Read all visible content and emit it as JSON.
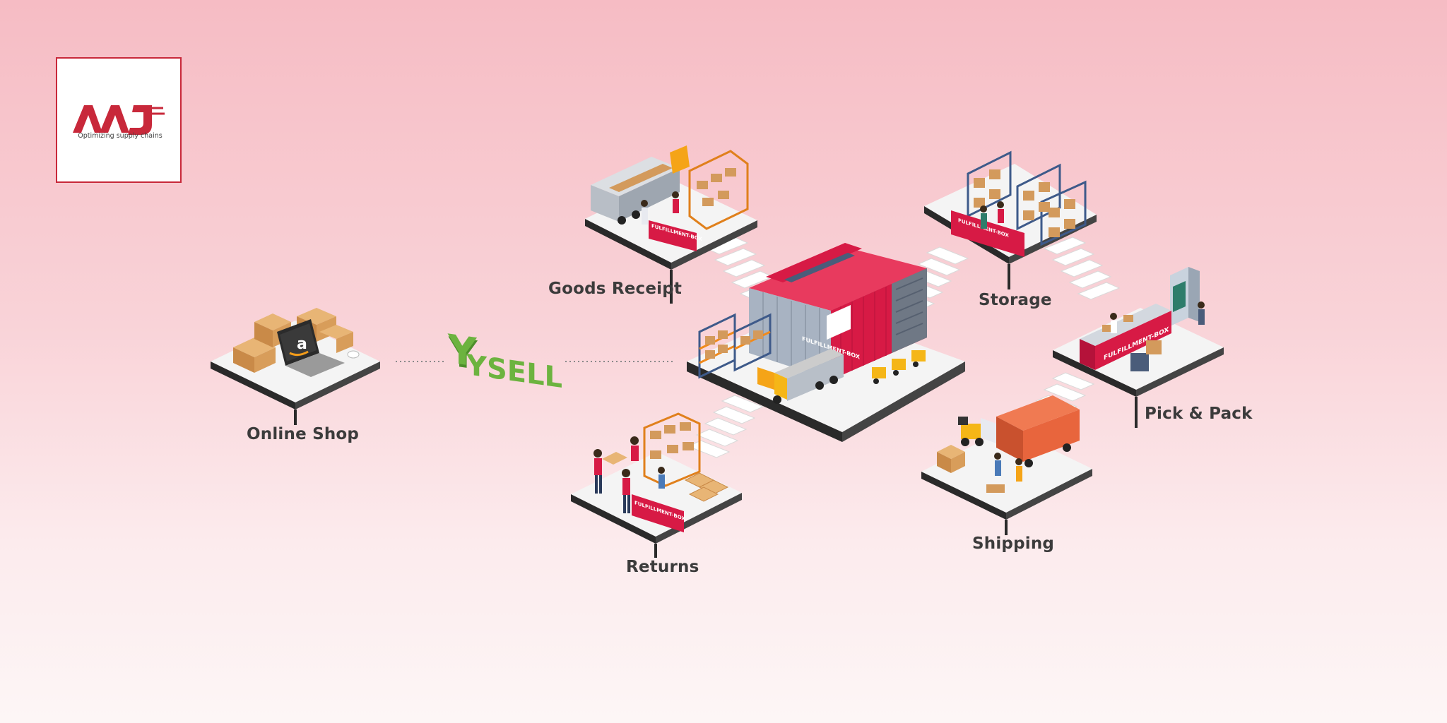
{
  "logo": {
    "brand": "AAJ",
    "tagline": "Optimizing supply chains",
    "brand_color": "#c8283a"
  },
  "connector_brand": {
    "text": "YSELL",
    "color": "#6cb33f"
  },
  "nodes": {
    "online_shop": "Online Shop",
    "goods_receipt": "Goods Receipt",
    "storage": "Storage",
    "pick_pack": "Pick & Pack",
    "shipping": "Shipping",
    "returns": "Returns"
  },
  "stations": {
    "goods_receipt": "FULFILLMENT-BOX",
    "storage": "FULFILLMENT-BOX",
    "pick_pack": "FULFILLMENT-BOX",
    "returns": "FULFILLMENT-BOX",
    "warehouse_sign": "FULFILLMENT-BOX"
  },
  "laptop_badge": "a",
  "colors": {
    "accent_red": "#d71a45",
    "platform": "#f4f4f4",
    "platform_edge": "#2a2a2a",
    "box": "#d39a5c",
    "truck_container": "#e8653d",
    "ysell_green": "#6cb33f"
  }
}
